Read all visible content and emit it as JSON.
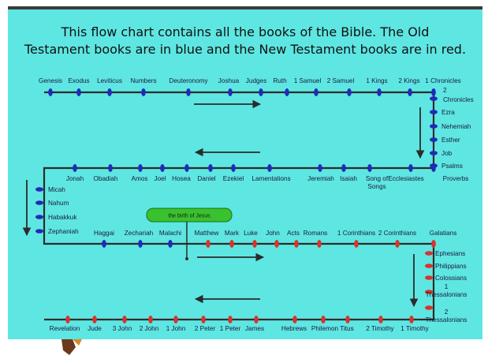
{
  "title": {
    "line1": "This flow chart contains all the books of the Bible. The Old",
    "line2": "Testament books are in blue and the New Testament books are in red."
  },
  "colors": {
    "background": "#5ee6e2",
    "old_testament": "#1f2bb8",
    "new_testament": "#d8332a",
    "line": "#2b2b2b",
    "birth_box": "#39c22d"
  },
  "birth_marker": {
    "label": "the birth of Jesus"
  },
  "rows": [
    {
      "books": [
        "Genesis",
        "Exodus",
        "Leviticus",
        "Numbers",
        "Deuteronomy",
        "Joshua",
        "Judges",
        "Ruth",
        "1 Samuel",
        "2 Samuel",
        "1 Kings",
        "2 Kings",
        "1 Chronicles"
      ],
      "testament": [
        "old",
        "old",
        "old",
        "old",
        "old",
        "old",
        "old",
        "old",
        "old",
        "old",
        "old",
        "old",
        "old"
      ]
    },
    {
      "books": [
        "2 Chronicles",
        "Ezra",
        "Nehemiah",
        "Esther",
        "Job",
        "Psalms"
      ],
      "testament": [
        "old",
        "old",
        "old",
        "old",
        "old",
        "old"
      ]
    },
    {
      "books": [
        "Proverbs",
        "Ecclesiastes",
        "Song of Songs",
        "Isaiah",
        "Jeremiah",
        "Lamentations",
        "Ezekiel",
        "Daniel",
        "Hosea",
        "Joel",
        "Amos",
        "Obadiah",
        "Jonah"
      ],
      "testament": [
        "old",
        "old",
        "old",
        "old",
        "old",
        "old",
        "old",
        "old",
        "old",
        "old",
        "old",
        "old",
        "old"
      ]
    },
    {
      "books": [
        "Micah",
        "Nahum",
        "Habakkuk",
        "Zephaniah"
      ],
      "testament": [
        "old",
        "old",
        "old",
        "old"
      ]
    },
    {
      "books": [
        "Haggai",
        "Zechariah",
        "Malachi",
        "Matthew",
        "Mark",
        "Luke",
        "John",
        "Acts",
        "Romans",
        "1 Corinthians",
        "2 Corinthians",
        "Galatians"
      ],
      "testament": [
        "old",
        "old",
        "old",
        "new",
        "new",
        "new",
        "new",
        "new",
        "new",
        "new",
        "new",
        "new"
      ]
    },
    {
      "books": [
        "Ephesians",
        "Philippians",
        "Colossians",
        "1 Thessalonians",
        "2 Thessalonians"
      ],
      "testament": [
        "new",
        "new",
        "new",
        "new",
        "new"
      ]
    },
    {
      "books": [
        "1 Timothy",
        "2 Timothy",
        "Titus",
        "Philemon",
        "Hebrews",
        "James",
        "1 Peter",
        "2 Peter",
        "1 John",
        "2 John",
        "3 John",
        "Jude",
        "Revelation"
      ],
      "testament": [
        "new",
        "new",
        "new",
        "new",
        "new",
        "new",
        "new",
        "new",
        "new",
        "new",
        "new",
        "new",
        "new"
      ]
    }
  ]
}
